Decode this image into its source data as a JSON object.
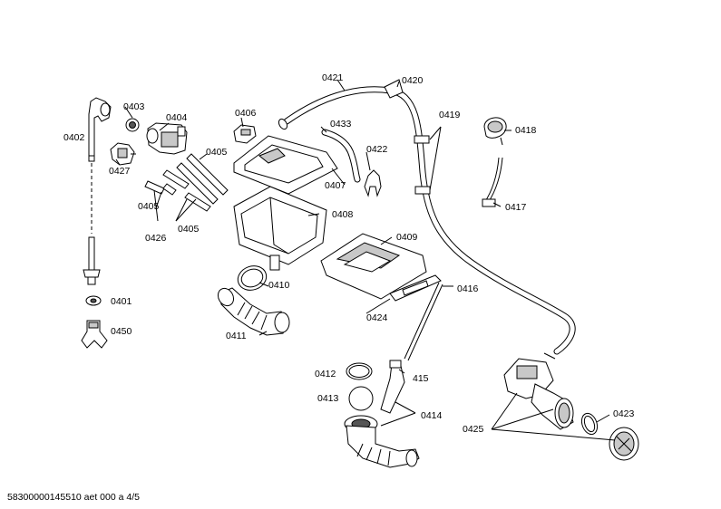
{
  "labels": {
    "p0402": "0402",
    "p0403": "0403",
    "p0404": "0404",
    "p0427": "0427",
    "p0405a": "0405",
    "p0405b": "0405",
    "p0405c": "0405",
    "p0426": "0426",
    "p0406": "0406",
    "p0433": "0433",
    "p0422": "0422",
    "p0407": "0407",
    "p0408": "0408",
    "p0421": "0421",
    "p0420": "0420",
    "p0419": "0419",
    "p0418": "0418",
    "p0417": "0417",
    "p0409": "0409",
    "p0410": "0410",
    "p0416": "0416",
    "p0424": "0424",
    "p0401": "0401",
    "p0450": "0450",
    "p0411": "0411",
    "p0412": "0412",
    "p415": "415",
    "p0413": "0413",
    "p0414": "0414",
    "p0425": "0425",
    "p0423": "0423"
  },
  "footer": "58300000145510 aet 000 a 4/5"
}
